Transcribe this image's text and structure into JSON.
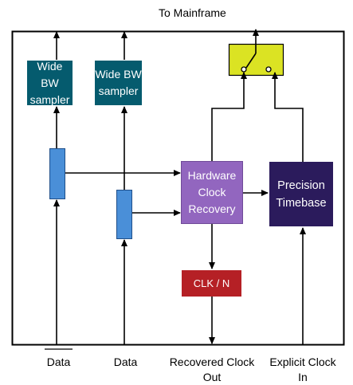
{
  "title": "To Mainframe",
  "blocks": {
    "sampler_1": [
      "Wide BW",
      "sampler"
    ],
    "sampler_2": [
      "Wide BW",
      "sampler"
    ],
    "clock_recovery": [
      "Hardware",
      "Clock",
      "Recovery"
    ],
    "timebase": [
      "Precision",
      "Timebase"
    ],
    "clk_divider": "CLK / N"
  },
  "inputs": {
    "data_bar": "Data",
    "data": "Data",
    "recovered_clock": [
      "Recovered Clock",
      "Out"
    ],
    "explicit_clock": [
      "Explicit Clock",
      "In"
    ]
  },
  "colors": {
    "sampler": "#055b6e",
    "clock_recovery": "#9266bf",
    "timebase": "#2b1b5c",
    "clk_divider": "#b52025",
    "switch": "#dbe323",
    "splitter": "#4a8fd8"
  },
  "icons": [
    "switch-icon",
    "splitter-icon"
  ]
}
